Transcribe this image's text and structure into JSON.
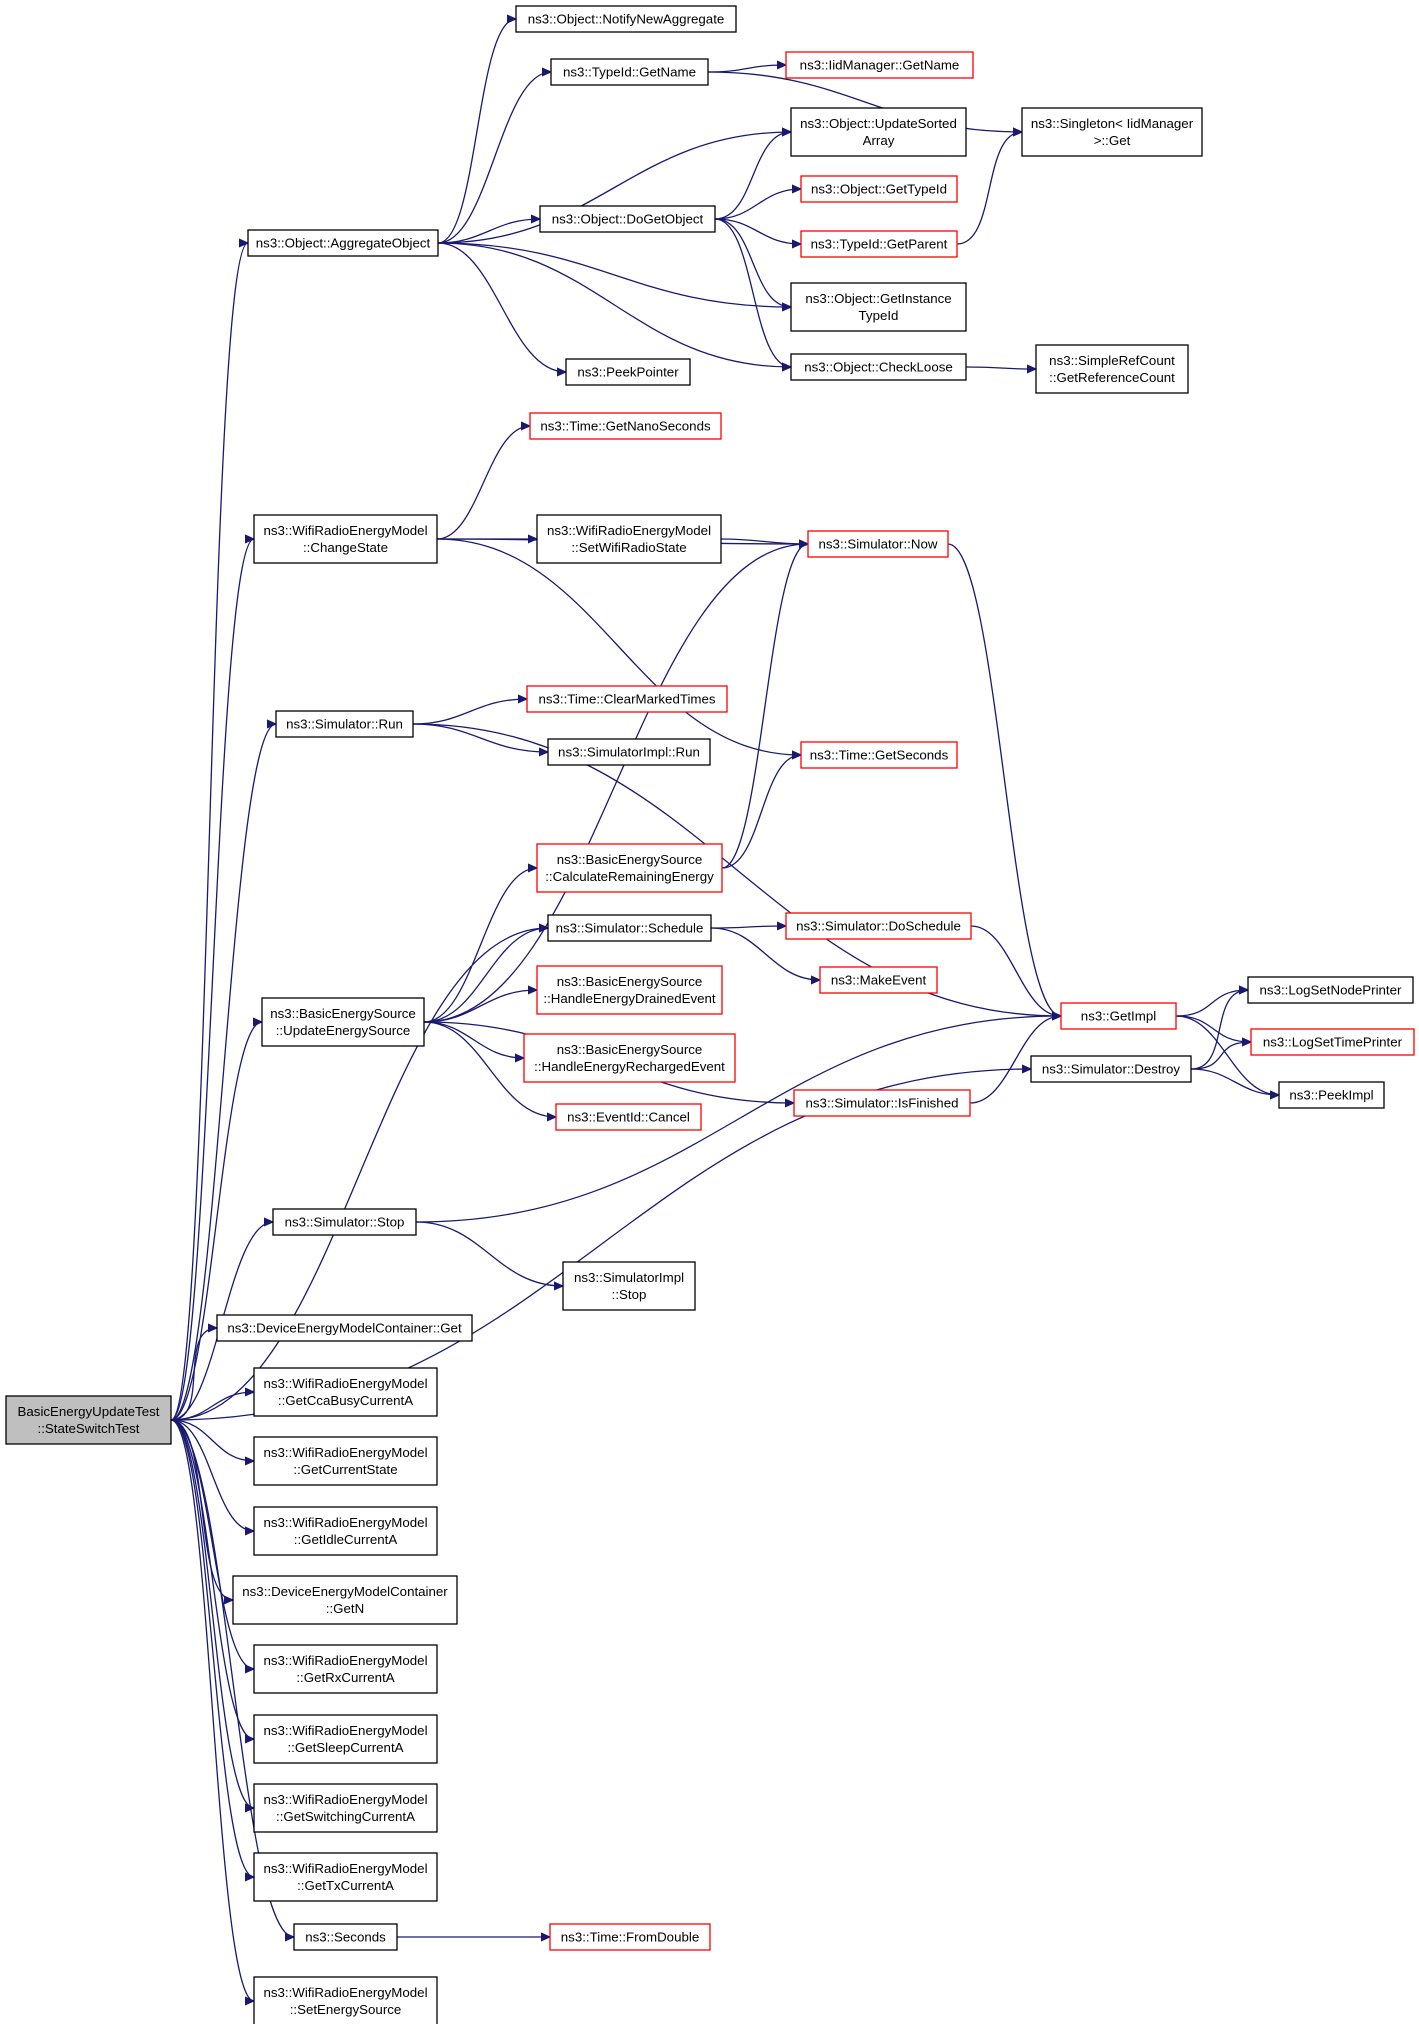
{
  "colors": {
    "edge": "#191970",
    "node_border": "#000000",
    "truncated_border": "#ff0000",
    "root_fill": "#bfbfbf",
    "background": "#ffffff"
  },
  "nodes": [
    {
      "id": "root",
      "lines": [
        "BasicEnergyUpdateTest",
        "::StateSwitchTest"
      ],
      "style": "root"
    },
    {
      "id": "aggregate",
      "lines": [
        "ns3::Object::AggregateObject"
      ],
      "style": "normal"
    },
    {
      "id": "notify",
      "lines": [
        "ns3::Object::NotifyNewAggregate"
      ],
      "style": "normal"
    },
    {
      "id": "typeid_getname",
      "lines": [
        "ns3::TypeId::GetName"
      ],
      "style": "normal"
    },
    {
      "id": "iid_getname",
      "lines": [
        "ns3::IidManager::GetName"
      ],
      "style": "truncated"
    },
    {
      "id": "singleton",
      "lines": [
        "ns3::Singleton< IidManager",
        ">::Get"
      ],
      "style": "normal"
    },
    {
      "id": "update_sorted",
      "lines": [
        "ns3::Object::UpdateSorted",
        "Array"
      ],
      "style": "normal"
    },
    {
      "id": "dogetobject",
      "lines": [
        "ns3::Object::DoGetObject"
      ],
      "style": "normal"
    },
    {
      "id": "gettypeid",
      "lines": [
        "ns3::Object::GetTypeId"
      ],
      "style": "truncated"
    },
    {
      "id": "getparent",
      "lines": [
        "ns3::TypeId::GetParent"
      ],
      "style": "truncated"
    },
    {
      "id": "getinstance",
      "lines": [
        "ns3::Object::GetInstance",
        "TypeId"
      ],
      "style": "normal"
    },
    {
      "id": "peekpointer",
      "lines": [
        "ns3::PeekPointer"
      ],
      "style": "normal"
    },
    {
      "id": "checkloose",
      "lines": [
        "ns3::Object::CheckLoose"
      ],
      "style": "normal"
    },
    {
      "id": "refcount",
      "lines": [
        "ns3::SimpleRefCount",
        "::GetReferenceCount"
      ],
      "style": "normal"
    },
    {
      "id": "nanoseconds",
      "lines": [
        "ns3::Time::GetNanoSeconds"
      ],
      "style": "truncated"
    },
    {
      "id": "changestate",
      "lines": [
        "ns3::WifiRadioEnergyModel",
        "::ChangeState"
      ],
      "style": "normal"
    },
    {
      "id": "setwifistate",
      "lines": [
        "ns3::WifiRadioEnergyModel",
        "::SetWifiRadioState"
      ],
      "style": "normal"
    },
    {
      "id": "now",
      "lines": [
        "ns3::Simulator::Now"
      ],
      "style": "truncated"
    },
    {
      "id": "sim_run",
      "lines": [
        "ns3::Simulator::Run"
      ],
      "style": "normal"
    },
    {
      "id": "clearmarked",
      "lines": [
        "ns3::Time::ClearMarkedTimes"
      ],
      "style": "truncated"
    },
    {
      "id": "simimpl_run",
      "lines": [
        "ns3::SimulatorImpl::Run"
      ],
      "style": "normal"
    },
    {
      "id": "getseconds",
      "lines": [
        "ns3::Time::GetSeconds"
      ],
      "style": "truncated"
    },
    {
      "id": "calcremaining",
      "lines": [
        "ns3::BasicEnergySource",
        "::CalculateRemainingEnergy"
      ],
      "style": "truncated"
    },
    {
      "id": "schedule",
      "lines": [
        "ns3::Simulator::Schedule"
      ],
      "style": "normal"
    },
    {
      "id": "doschedule",
      "lines": [
        "ns3::Simulator::DoSchedule"
      ],
      "style": "truncated"
    },
    {
      "id": "updateenergy",
      "lines": [
        "ns3::BasicEnergySource",
        "::UpdateEnergySource"
      ],
      "style": "normal"
    },
    {
      "id": "drained",
      "lines": [
        "ns3::BasicEnergySource",
        "::HandleEnergyDrainedEvent"
      ],
      "style": "truncated"
    },
    {
      "id": "makeevent",
      "lines": [
        "ns3::MakeEvent"
      ],
      "style": "truncated"
    },
    {
      "id": "getimpl",
      "lines": [
        "ns3::GetImpl"
      ],
      "style": "truncated"
    },
    {
      "id": "lognode",
      "lines": [
        "ns3::LogSetNodePrinter"
      ],
      "style": "normal"
    },
    {
      "id": "logtime",
      "lines": [
        "ns3::LogSetTimePrinter"
      ],
      "style": "truncated"
    },
    {
      "id": "recharged",
      "lines": [
        "ns3::BasicEnergySource",
        "::HandleEnergyRechargedEvent"
      ],
      "style": "truncated"
    },
    {
      "id": "destroy",
      "lines": [
        "ns3::Simulator::Destroy"
      ],
      "style": "normal"
    },
    {
      "id": "peekimpl",
      "lines": [
        "ns3::PeekImpl"
      ],
      "style": "normal"
    },
    {
      "id": "cancel",
      "lines": [
        "ns3::EventId::Cancel"
      ],
      "style": "truncated"
    },
    {
      "id": "isfinished",
      "lines": [
        "ns3::Simulator::IsFinished"
      ],
      "style": "truncated"
    },
    {
      "id": "sim_stop",
      "lines": [
        "ns3::Simulator::Stop"
      ],
      "style": "normal"
    },
    {
      "id": "simimpl_stop",
      "lines": [
        "ns3::SimulatorImpl",
        "::Stop"
      ],
      "style": "normal"
    },
    {
      "id": "container_get",
      "lines": [
        "ns3::DeviceEnergyModelContainer::Get"
      ],
      "style": "normal"
    },
    {
      "id": "ccabusy",
      "lines": [
        "ns3::WifiRadioEnergyModel",
        "::GetCcaBusyCurrentA"
      ],
      "style": "normal"
    },
    {
      "id": "currentstate",
      "lines": [
        "ns3::WifiRadioEnergyModel",
        "::GetCurrentState"
      ],
      "style": "normal"
    },
    {
      "id": "idle",
      "lines": [
        "ns3::WifiRadioEnergyModel",
        "::GetIdleCurrentA"
      ],
      "style": "normal"
    },
    {
      "id": "container_getn",
      "lines": [
        "ns3::DeviceEnergyModelContainer",
        "::GetN"
      ],
      "style": "normal"
    },
    {
      "id": "rx",
      "lines": [
        "ns3::WifiRadioEnergyModel",
        "::GetRxCurrentA"
      ],
      "style": "normal"
    },
    {
      "id": "sleep",
      "lines": [
        "ns3::WifiRadioEnergyModel",
        "::GetSleepCurrentA"
      ],
      "style": "normal"
    },
    {
      "id": "switching",
      "lines": [
        "ns3::WifiRadioEnergyModel",
        "::GetSwitchingCurrentA"
      ],
      "style": "normal"
    },
    {
      "id": "tx",
      "lines": [
        "ns3::WifiRadioEnergyModel",
        "::GetTxCurrentA"
      ],
      "style": "normal"
    },
    {
      "id": "seconds",
      "lines": [
        "ns3::Seconds"
      ],
      "style": "normal"
    },
    {
      "id": "fromdouble",
      "lines": [
        "ns3::Time::FromDouble"
      ],
      "style": "truncated"
    },
    {
      "id": "setsource",
      "lines": [
        "ns3::WifiRadioEnergyModel",
        "::SetEnergySource"
      ],
      "style": "normal"
    }
  ],
  "edges": [
    {
      "from": "root",
      "to": "aggregate"
    },
    {
      "from": "root",
      "to": "changestate"
    },
    {
      "from": "root",
      "to": "sim_run"
    },
    {
      "from": "root",
      "to": "schedule"
    },
    {
      "from": "root",
      "to": "updateenergy"
    },
    {
      "from": "root",
      "to": "sim_stop"
    },
    {
      "from": "root",
      "to": "destroy"
    },
    {
      "from": "root",
      "to": "container_get"
    },
    {
      "from": "root",
      "to": "ccabusy"
    },
    {
      "from": "root",
      "to": "currentstate"
    },
    {
      "from": "root",
      "to": "idle"
    },
    {
      "from": "root",
      "to": "container_getn"
    },
    {
      "from": "root",
      "to": "rx"
    },
    {
      "from": "root",
      "to": "sleep"
    },
    {
      "from": "root",
      "to": "switching"
    },
    {
      "from": "root",
      "to": "tx"
    },
    {
      "from": "root",
      "to": "seconds"
    },
    {
      "from": "root",
      "to": "setsource"
    },
    {
      "from": "aggregate",
      "to": "notify"
    },
    {
      "from": "aggregate",
      "to": "typeid_getname"
    },
    {
      "from": "aggregate",
      "to": "update_sorted"
    },
    {
      "from": "aggregate",
      "to": "dogetobject"
    },
    {
      "from": "aggregate",
      "to": "getinstance"
    },
    {
      "from": "aggregate",
      "to": "checkloose"
    },
    {
      "from": "aggregate",
      "to": "peekpointer"
    },
    {
      "from": "typeid_getname",
      "to": "iid_getname"
    },
    {
      "from": "typeid_getname",
      "to": "singleton"
    },
    {
      "from": "dogetobject",
      "to": "update_sorted"
    },
    {
      "from": "dogetobject",
      "to": "gettypeid"
    },
    {
      "from": "dogetobject",
      "to": "getparent"
    },
    {
      "from": "dogetobject",
      "to": "getinstance"
    },
    {
      "from": "dogetobject",
      "to": "checkloose"
    },
    {
      "from": "getparent",
      "to": "singleton"
    },
    {
      "from": "checkloose",
      "to": "refcount"
    },
    {
      "from": "changestate",
      "to": "nanoseconds"
    },
    {
      "from": "changestate",
      "to": "setwifistate"
    },
    {
      "from": "changestate",
      "to": "now"
    },
    {
      "from": "changestate",
      "to": "getseconds"
    },
    {
      "from": "setwifistate",
      "to": "now"
    },
    {
      "from": "now",
      "to": "getimpl"
    },
    {
      "from": "sim_run",
      "to": "clearmarked"
    },
    {
      "from": "sim_run",
      "to": "simimpl_run"
    },
    {
      "from": "sim_run",
      "to": "getimpl"
    },
    {
      "from": "calcremaining",
      "to": "getseconds"
    },
    {
      "from": "calcremaining",
      "to": "now"
    },
    {
      "from": "updateenergy",
      "to": "now"
    },
    {
      "from": "updateenergy",
      "to": "calcremaining"
    },
    {
      "from": "updateenergy",
      "to": "schedule"
    },
    {
      "from": "updateenergy",
      "to": "drained"
    },
    {
      "from": "updateenergy",
      "to": "recharged"
    },
    {
      "from": "updateenergy",
      "to": "cancel"
    },
    {
      "from": "updateenergy",
      "to": "isfinished"
    },
    {
      "from": "schedule",
      "to": "doschedule"
    },
    {
      "from": "schedule",
      "to": "makeevent"
    },
    {
      "from": "doschedule",
      "to": "getimpl"
    },
    {
      "from": "isfinished",
      "to": "getimpl"
    },
    {
      "from": "getimpl",
      "to": "lognode"
    },
    {
      "from": "getimpl",
      "to": "logtime"
    },
    {
      "from": "getimpl",
      "to": "peekimpl"
    },
    {
      "from": "destroy",
      "to": "lognode"
    },
    {
      "from": "destroy",
      "to": "logtime"
    },
    {
      "from": "destroy",
      "to": "peekimpl"
    },
    {
      "from": "sim_stop",
      "to": "getimpl"
    },
    {
      "from": "sim_stop",
      "to": "simimpl_stop"
    },
    {
      "from": "seconds",
      "to": "fromdouble"
    }
  ]
}
